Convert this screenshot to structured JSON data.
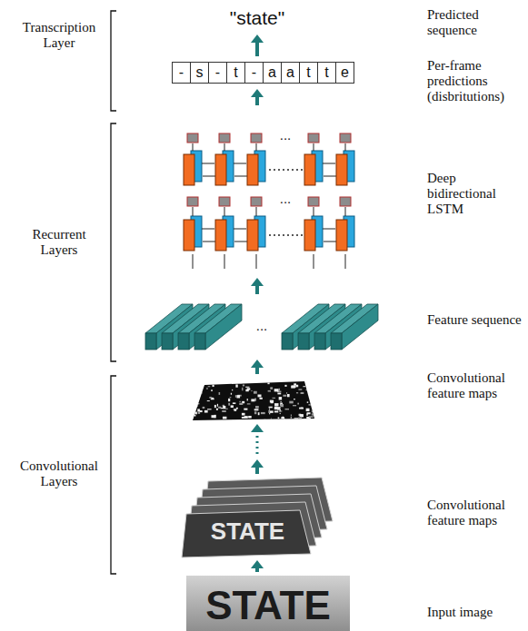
{
  "diagram": {
    "nodes": [
      {
        "text": [
          "-"
        ]
      },
      {
        "text": [
          "s"
        ]
      },
      {
        "text": [
          "-"
        ]
      },
      {
        "text": [
          "t"
        ]
      },
      {
        "text": [
          "-"
        ]
      },
      {
        "text": [
          "a"
        ]
      },
      {
        "text": [
          "a"
        ]
      },
      {
        "text": [
          "t"
        ]
      },
      {
        "text": [
          "t"
        ]
      },
      {
        "text": [
          "e"
        ]
      }
    ],
    "labels": [
      "Transcription Layer",
      "\"state\"",
      "Predicted sequence",
      "Per-frame predictions (disbritutions)",
      "Recurrent Layers",
      "...",
      "...",
      "Deep bidirectional LSTM",
      "Feature sequence",
      "...",
      "Convolutional feature maps",
      "Convolutional Layers",
      "Convolutional feature maps",
      "STATE",
      "STATE",
      "Input image"
    ]
  }
}
